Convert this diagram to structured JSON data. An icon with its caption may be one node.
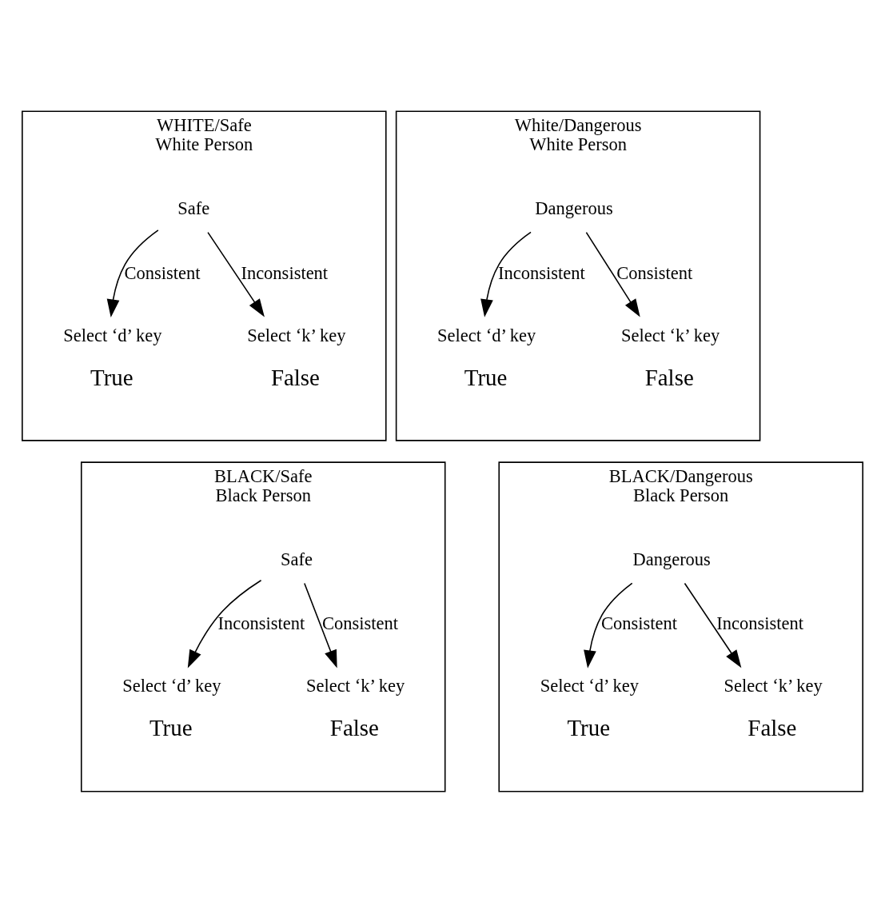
{
  "diagram": {
    "nodes": [
      {
        "text": [
          "WHITE/Safe",
          "White Person"
        ]
      },
      {
        "text": [
          "Safe"
        ],
        "in": 0
      },
      {
        "text": [
          "Select ‘d’ key"
        ],
        "in": 0,
        "beside": [
          "True"
        ]
      },
      {
        "text": [
          "Select ‘k’ key"
        ],
        "in": 0,
        "beside": [
          "False"
        ]
      },
      {
        "text": [
          "White/Dangerous",
          "White Person"
        ]
      },
      {
        "text": [
          "Dangerous"
        ],
        "in": 4
      },
      {
        "text": [
          "Select ‘d’ key"
        ],
        "in": 4,
        "beside": [
          "True"
        ]
      },
      {
        "text": [
          "Select ‘k’ key"
        ],
        "in": 4,
        "beside": [
          "False"
        ]
      },
      {
        "text": [
          "BLACK/Safe",
          "Black Person"
        ]
      },
      {
        "text": [
          "Safe"
        ],
        "in": 8
      },
      {
        "text": [
          "Select ‘d’ key"
        ],
        "in": 8,
        "beside": [
          "True"
        ]
      },
      {
        "text": [
          "Select ‘k’ key"
        ],
        "in": 8,
        "beside": [
          "False"
        ]
      },
      {
        "text": [
          "BLACK/Dangerous",
          "Black Person"
        ]
      },
      {
        "text": [
          "Dangerous"
        ],
        "in": 12
      },
      {
        "text": [
          "Select ‘d’ key"
        ],
        "in": 12,
        "beside": [
          "True"
        ]
      },
      {
        "text": [
          "Select ‘k’ key"
        ],
        "in": 12,
        "beside": [
          "False"
        ]
      }
    ],
    "edges": [
      {
        "from": 1,
        "to": 2,
        "arrow": "to",
        "label": "Consistent"
      },
      {
        "from": 1,
        "to": 3,
        "arrow": "to",
        "label": "Inconsistent"
      },
      {
        "from": 5,
        "to": 6,
        "arrow": "to",
        "label": "Inconsistent"
      },
      {
        "from": 5,
        "to": 7,
        "arrow": "to",
        "label": "Consistent"
      },
      {
        "from": 9,
        "to": 10,
        "arrow": "to",
        "label": "Inconsistent"
      },
      {
        "from": 9,
        "to": 11,
        "arrow": "to",
        "label": "Consistent"
      },
      {
        "from": 13,
        "to": 14,
        "arrow": "to",
        "label": "Consistent"
      },
      {
        "from": 13,
        "to": 15,
        "arrow": "to",
        "label": "Inconsistent"
      }
    ]
  }
}
